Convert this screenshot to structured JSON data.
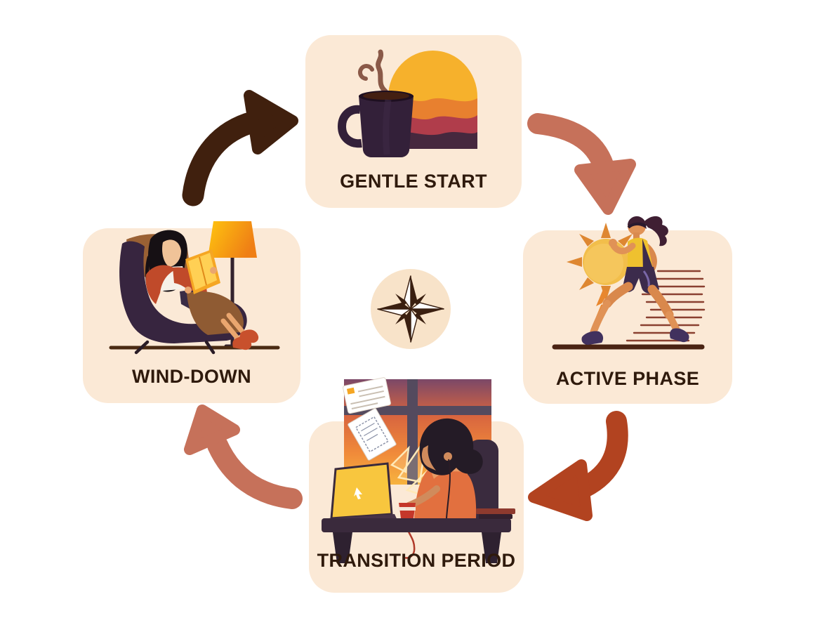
{
  "diagram": {
    "type": "cycle",
    "direction": "clockwise",
    "center": {
      "icon": "compass-rose"
    },
    "nodes": [
      {
        "id": "gentle-start",
        "label": "GENTLE START",
        "position": "top",
        "illustration": "steaming-coffee-mug-with-sunrise"
      },
      {
        "id": "active-phase",
        "label": "ACTIVE PHASE",
        "position": "right",
        "illustration": "runner-with-sun-and-speed-lines"
      },
      {
        "id": "transition-period",
        "label": "TRANSITION PERIOD",
        "position": "bottom",
        "illustration": "person-at-desk-by-sunset-window"
      },
      {
        "id": "wind-down",
        "label": "WIND-DOWN",
        "position": "left",
        "illustration": "woman-reading-in-armchair-by-floor-lamp"
      }
    ],
    "arrows": [
      {
        "from": "wind-down",
        "to": "gentle-start",
        "color": "#40200E"
      },
      {
        "from": "gentle-start",
        "to": "active-phase",
        "color": "#C6715A"
      },
      {
        "from": "active-phase",
        "to": "transition-period",
        "color": "#B24320"
      },
      {
        "from": "transition-period",
        "to": "wind-down",
        "color": "#C6715A"
      }
    ]
  },
  "colors": {
    "background": "#FFFFFF",
    "card_bg": "#FBE9D6",
    "center_circle_bg": "#F8E3C9",
    "label_text": "#2F1A0C",
    "arrow_dark": "#40200E",
    "arrow_salmon": "#C6715A",
    "arrow_rust": "#B24320",
    "compass": "#3A1F10"
  }
}
